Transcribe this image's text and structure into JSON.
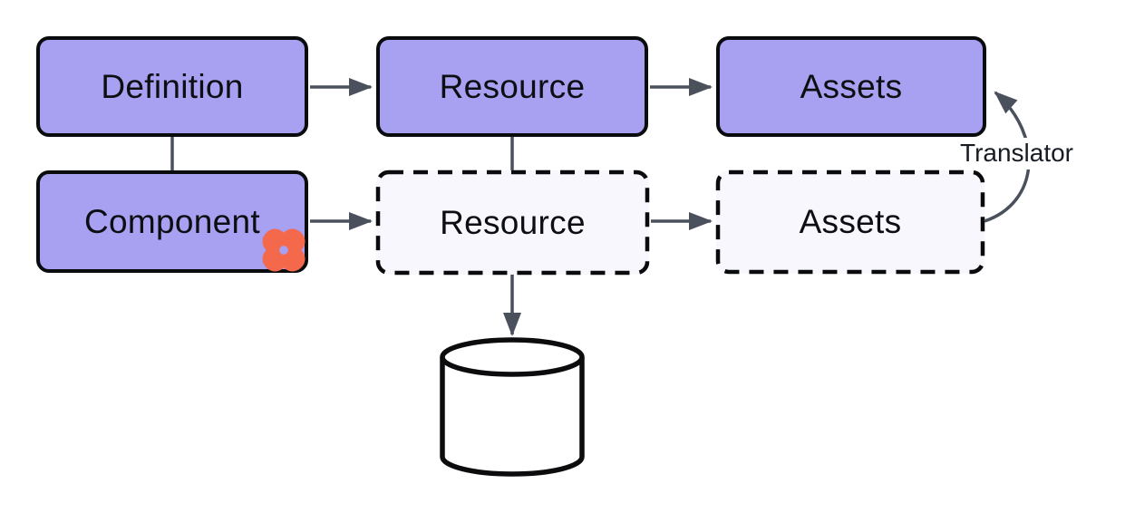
{
  "diagram": {
    "nodes": {
      "definition": {
        "label": "Definition",
        "variant": "solid"
      },
      "resource_top": {
        "label": "Resource",
        "variant": "solid"
      },
      "assets_top": {
        "label": "Assets",
        "variant": "solid"
      },
      "component": {
        "label": "Component",
        "variant": "solid",
        "badge_icon": "pinwheel-x-icon"
      },
      "resource_bottom": {
        "label": "Resource",
        "variant": "dashed"
      },
      "assets_bottom": {
        "label": "Assets",
        "variant": "dashed"
      }
    },
    "labels": {
      "translator": "Translator"
    },
    "icons": {
      "component_badge": "pinwheel-x-icon",
      "database": "database-cylinder-icon"
    },
    "colors": {
      "node_fill": "#a8a0f1",
      "node_fill_faded": "#f7f7fd",
      "node_border": "#0a0b0d",
      "connector": "#4a515c",
      "badge": "#f4684b",
      "label_text": "#0d0e12",
      "annotation_text": "#171b24",
      "canvas_bg": "#ffffff",
      "database_fill": "#ffffff",
      "database_stroke": "#0c0c0e"
    }
  }
}
